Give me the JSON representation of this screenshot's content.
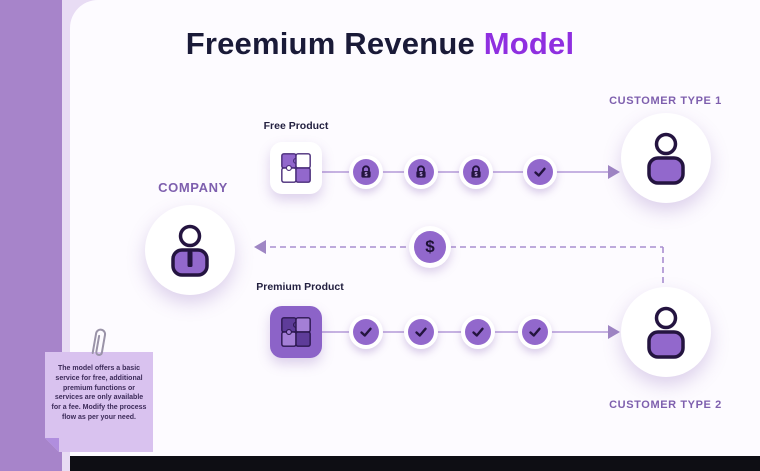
{
  "title": {
    "main": "Freemium Revenue",
    "accent": "Model"
  },
  "company": {
    "label": "COMPANY"
  },
  "free_product": {
    "label": "Free Product"
  },
  "premium_product": {
    "label": "Premium Product"
  },
  "customer1": {
    "label": "CUSTOMER TYPE 1"
  },
  "customer2": {
    "label": "CUSTOMER TYPE 2"
  },
  "revenue": {
    "symbol": "$"
  },
  "lock": {
    "symbol": "$"
  },
  "note": {
    "text": "The model offers a basic service for free, additional premium functions or services are only available for a fee. Modify the process flow as per your need."
  },
  "colors": {
    "background": "#e8dcf4",
    "accent_bar": "#a784ca",
    "title_accent": "#8f2fe0",
    "label_purple": "#7e5fae",
    "icon_purple": "#9268cc",
    "icon_dark": "#241440",
    "line": "#a98fd0"
  }
}
